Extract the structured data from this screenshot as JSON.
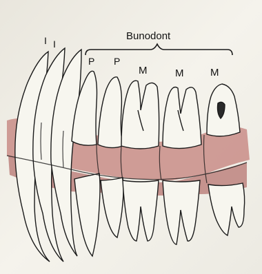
{
  "diagram": {
    "title": "Bunodont",
    "labels": {
      "incisor_1": "I",
      "incisor_2": "I",
      "premolar_1": "P",
      "premolar_2": "P",
      "molar_1": "M",
      "molar_2": "M",
      "molar_3": "M"
    }
  },
  "colors": {
    "paper": "#f3f1ea",
    "enamel": "#f7f6ef",
    "gum": "#c98f8a",
    "gum_shadow": "#b27a78",
    "ink": "#1a1a1a"
  }
}
